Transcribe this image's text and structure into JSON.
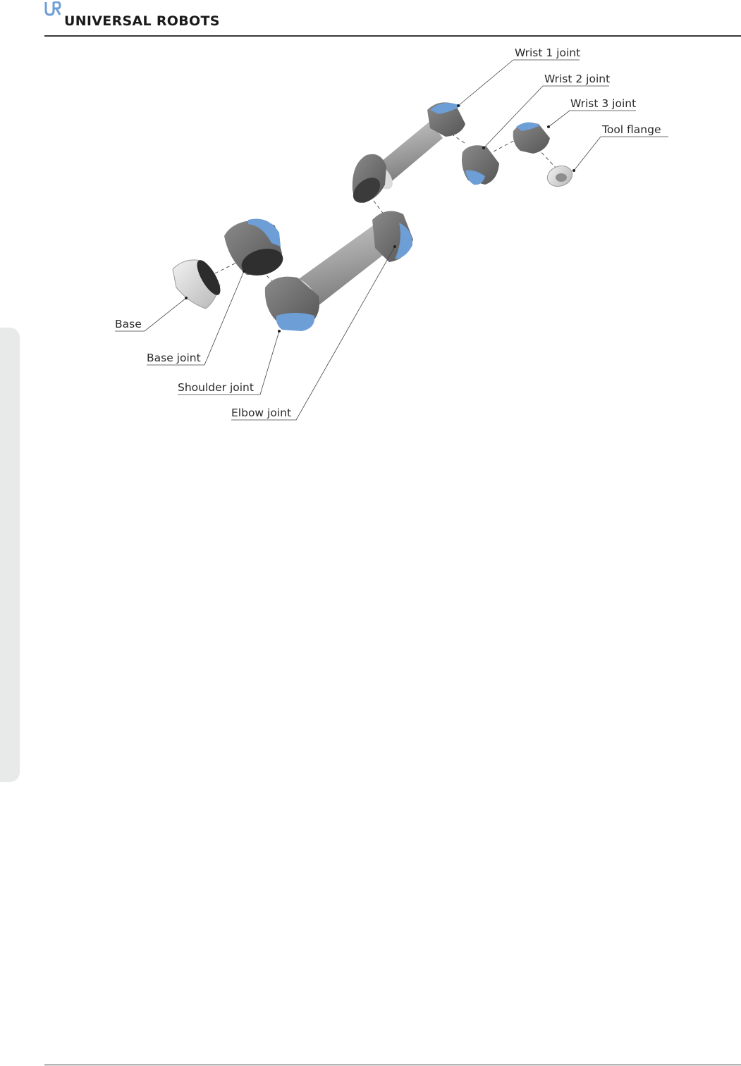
{
  "header": {
    "brand": "UNIVERSAL ROBOTS",
    "logo_icon": "ur-logo-icon"
  },
  "figure": {
    "callouts": {
      "wrist1": "Wrist 1 joint",
      "wrist2": "Wrist 2 joint",
      "wrist3": "Wrist 3 joint",
      "tool_flange": "Tool flange",
      "base": "Base",
      "base_joint": "Base joint",
      "shoulder_joint": "Shoulder joint",
      "elbow_joint": "Elbow joint"
    },
    "colors": {
      "joint_cover_blue": "#6e9ed6",
      "housing_grey": "#6d6d6d",
      "tube_grey": "#a9a9a9",
      "base_silver": "#d8d8d8"
    }
  }
}
